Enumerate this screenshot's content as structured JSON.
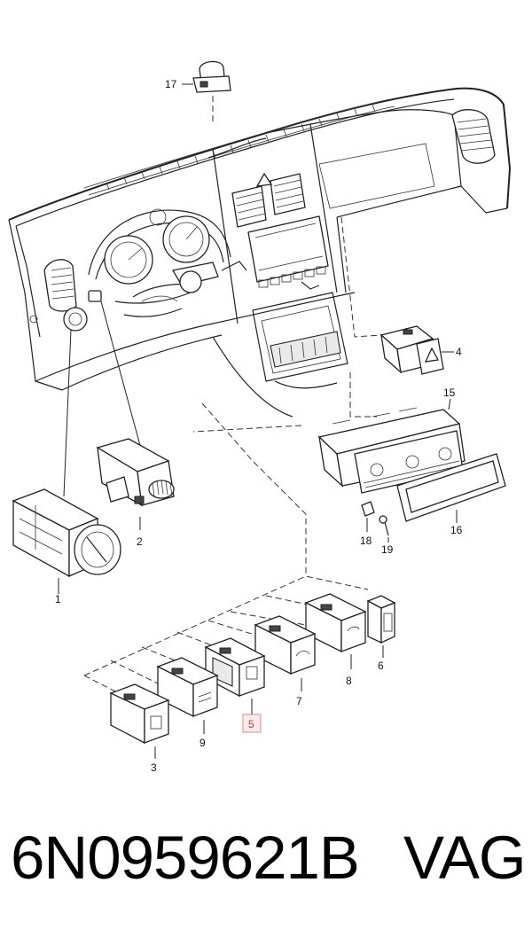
{
  "callouts": {
    "c1": "1",
    "c2": "2",
    "c3": "3",
    "c4": "4",
    "c5": "5",
    "c6": "6",
    "c7": "7",
    "c8": "8",
    "c9": "9",
    "c15": "15",
    "c16": "16",
    "c17": "17",
    "c18": "18",
    "c19": "19"
  },
  "highlighted_callout": "5",
  "footer": {
    "part_number": "6N0959621B",
    "brand": "VAG"
  },
  "colors": {
    "line": "#222222",
    "highlight_border": "#e08a8a",
    "highlight_fill": "#fdeaea",
    "highlight_text": "#c0392b"
  }
}
